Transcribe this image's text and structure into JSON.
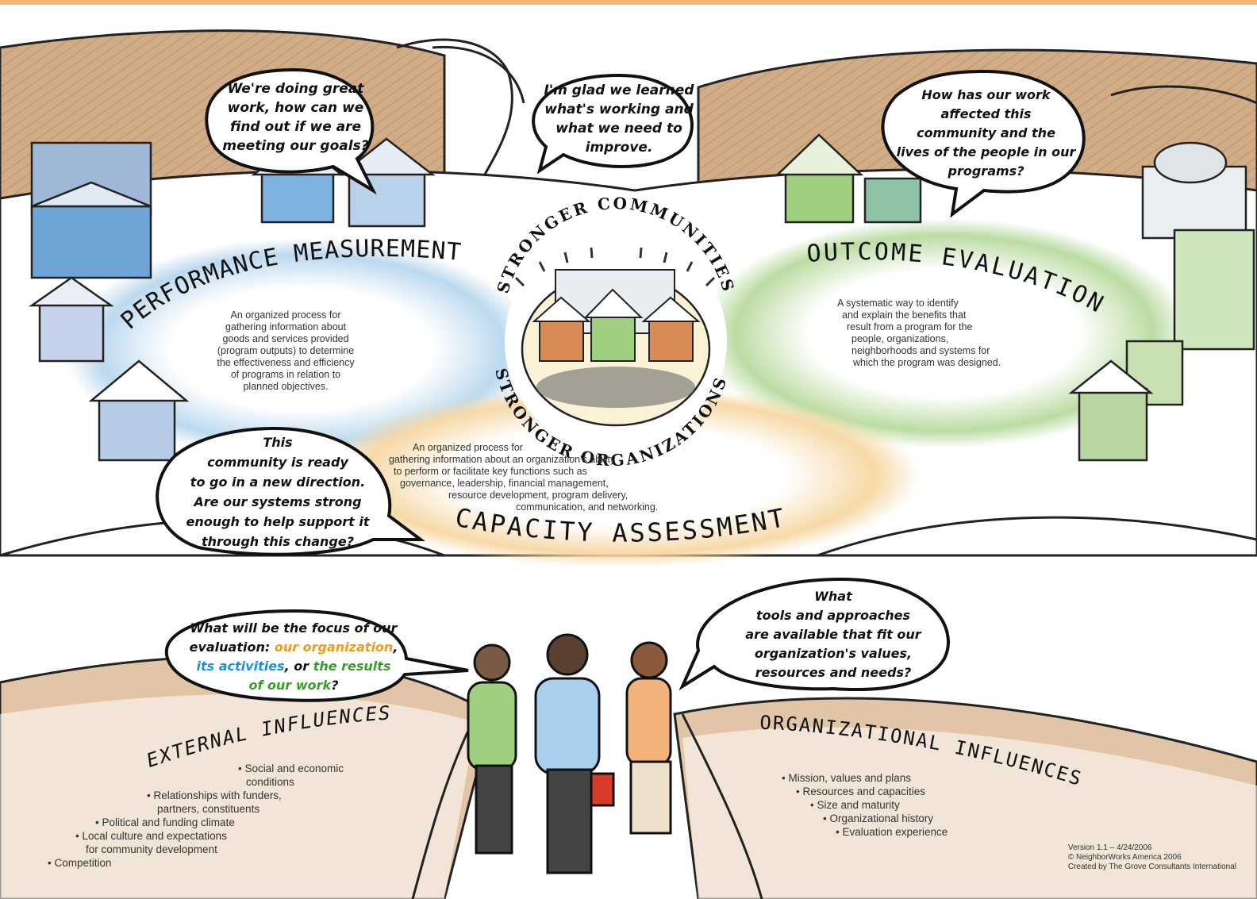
{
  "colors": {
    "top_band": "#f8b67a",
    "hills": "#c9a07a",
    "performance_glow": "#bcd9ef",
    "outcome_glow": "#bcdca3",
    "capacity_glow": "#f7d9a6",
    "highlight_orange": "#f29a1e",
    "highlight_blue": "#1f8fd6",
    "highlight_green": "#3d9a2f"
  },
  "center": {
    "top_arc": "STRONGER COMMUNITIES",
    "bottom_arc": "STRONGER ORGANIZATIONS"
  },
  "sections": {
    "performance": {
      "title": "PERFORMANCE MEASUREMENT",
      "lines": [
        "An organized process for",
        "gathering information about",
        "goods and services provided",
        "(program outputs) to determine",
        "the effectiveness and efficiency",
        "of programs in relation to",
        "planned objectives."
      ]
    },
    "outcome": {
      "title": "OUTCOME EVALUATION",
      "lines": [
        "A systematic way to identify",
        "and explain the benefits that",
        "result from a program for the",
        "people, organizations,",
        "neighborhoods and systems for",
        "which the program was designed."
      ]
    },
    "capacity": {
      "title": "CAPACITY ASSESSMENT",
      "lines": [
        "An organized process for",
        "gathering information about an organization's ability",
        "to perform or facilitate key functions such as",
        "governance, leadership, financial management,",
        "resource development, program delivery,",
        "communication, and networking."
      ]
    }
  },
  "bubbles": {
    "performance_q": [
      "We're doing great",
      "work, how can we",
      "find out if we are",
      "meeting our goals?"
    ],
    "learned": [
      "I'm glad we learned",
      "what's working and",
      "what we need to",
      "improve."
    ],
    "outcome_q": [
      "How has our work",
      "affected this",
      "community and the",
      "lives of the people in our",
      "programs?"
    ],
    "capacity_q": [
      "This",
      "community is ready",
      "to go in a new direction.",
      "Are our systems strong",
      "enough to help support it",
      "through this change?"
    ],
    "tools_q": [
      "What",
      "tools and approaches",
      "are available that fit our",
      "organization's values,",
      "resources and  needs?"
    ],
    "focus_q": {
      "line1": "What will be the focus of our",
      "line2a": "evaluation: ",
      "line2b": "our organization",
      "line2c": ",",
      "line3a": "its activities",
      "line3b": ", or ",
      "line3c": "the results",
      "line4a": "of our work",
      "line4b": "?"
    }
  },
  "external": {
    "title": "EXTERNAL INFLUENCES",
    "items": [
      "• Social and economic",
      "conditions",
      "• Relationships with funders,",
      "partners, constituents",
      "• Political and funding climate",
      "• Local culture and expectations",
      "for community development",
      "• Competition"
    ]
  },
  "organizational": {
    "title": "ORGANIZATIONAL INFLUENCES",
    "items": [
      "• Mission, values and plans",
      "• Resources and capacities",
      "• Size and maturity",
      "• Organizational history",
      "• Evaluation experience"
    ]
  },
  "credit": [
    "Version 1.1 – 4/24/2006",
    "© NeighborWorks America 2006",
    "Created by The Grove Consultants International"
  ]
}
